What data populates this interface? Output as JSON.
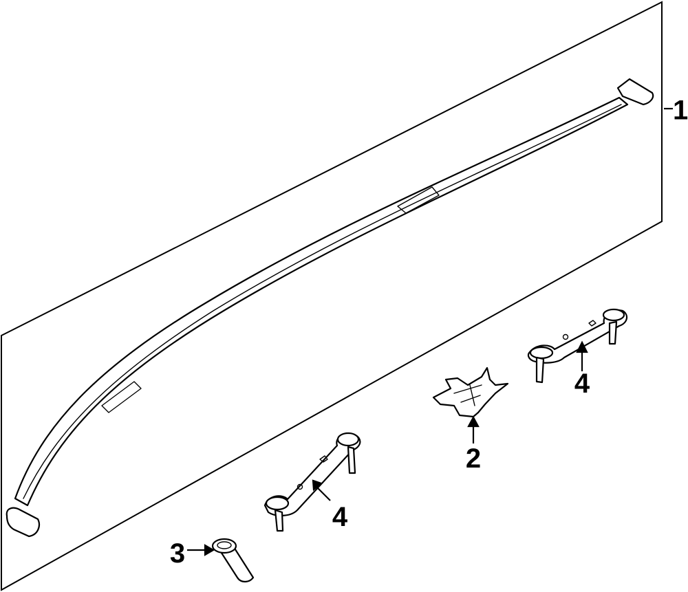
{
  "diagram": {
    "callouts": [
      {
        "id": "1",
        "label": "1"
      },
      {
        "id": "2",
        "label": "2"
      },
      {
        "id": "3",
        "label": "3"
      },
      {
        "id": "4a",
        "label": "4"
      },
      {
        "id": "4b",
        "label": "4"
      }
    ]
  },
  "colors": {
    "line": "#000000",
    "background": "#ffffff"
  }
}
